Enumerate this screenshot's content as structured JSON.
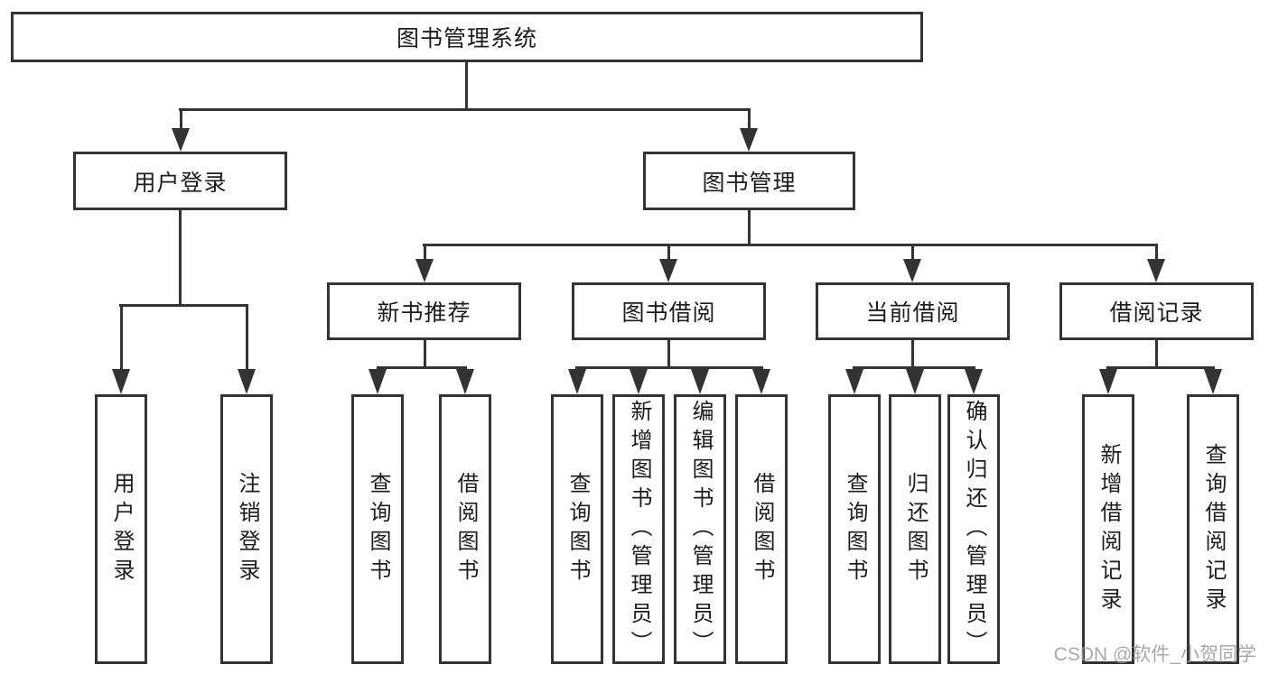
{
  "diagram_type": "hierarchy-tree",
  "colors": {
    "line": "#333333",
    "text": "#1c1c1c",
    "background": "#ffffff",
    "watermark": "#9a9a9a"
  },
  "tree": {
    "root": {
      "label": "图书管理系统"
    },
    "branches": [
      {
        "label": "用户登录",
        "children": [
          {
            "label": "用户登录"
          },
          {
            "label": "注销登录"
          }
        ]
      },
      {
        "label": "图书管理",
        "children": [
          {
            "label": "新书推荐",
            "children": [
              {
                "label": "查询图书"
              },
              {
                "label": "借阅图书"
              }
            ]
          },
          {
            "label": "图书借阅",
            "children": [
              {
                "label": "查询图书"
              },
              {
                "label": "新增图书（管理员）"
              },
              {
                "label": "编辑图书（管理员）"
              },
              {
                "label": "借阅图书"
              }
            ]
          },
          {
            "label": "当前借阅",
            "children": [
              {
                "label": "查询图书"
              },
              {
                "label": "归还图书"
              },
              {
                "label": "确认归还（管理员）"
              }
            ]
          },
          {
            "label": "借阅记录",
            "children": [
              {
                "label": "新增借阅记录"
              },
              {
                "label": "查询借阅记录"
              }
            ]
          }
        ]
      }
    ]
  },
  "watermark": {
    "text": "CSDN @软件_小贺同学"
  }
}
